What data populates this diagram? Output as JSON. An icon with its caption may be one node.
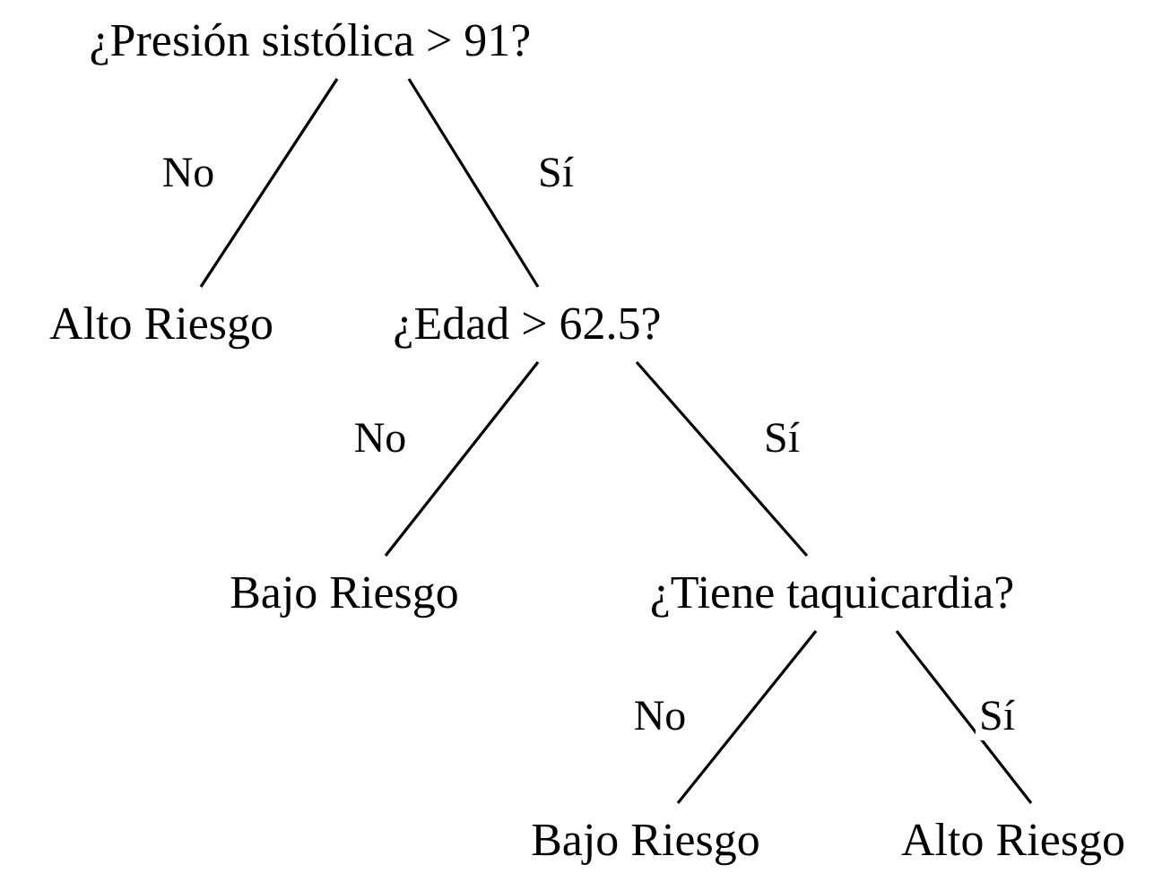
{
  "diagram": {
    "nodes": [
      {
        "text": [
          "¿Presión sistólica > 91?"
        ]
      },
      {
        "text": [
          "Alto Riesgo"
        ]
      },
      {
        "text": [
          "¿Edad > 62.5?"
        ]
      },
      {
        "text": [
          "Bajo Riesgo"
        ]
      },
      {
        "text": [
          "¿Tiene taquicardia?"
        ]
      },
      {
        "text": [
          "Bajo Riesgo"
        ]
      },
      {
        "text": [
          "Alto Riesgo"
        ]
      }
    ],
    "edges": [
      {
        "from": 0,
        "to": 1,
        "arrow": "none",
        "label": "No"
      },
      {
        "from": 0,
        "to": 2,
        "arrow": "none",
        "label": "Sí"
      },
      {
        "from": 2,
        "to": 3,
        "arrow": "none",
        "label": "No"
      },
      {
        "from": 2,
        "to": 4,
        "arrow": "none",
        "label": "Sí"
      },
      {
        "from": 4,
        "to": 5,
        "arrow": "none",
        "label": "No"
      },
      {
        "from": 4,
        "to": 6,
        "arrow": "none",
        "label": "Sí"
      }
    ]
  }
}
